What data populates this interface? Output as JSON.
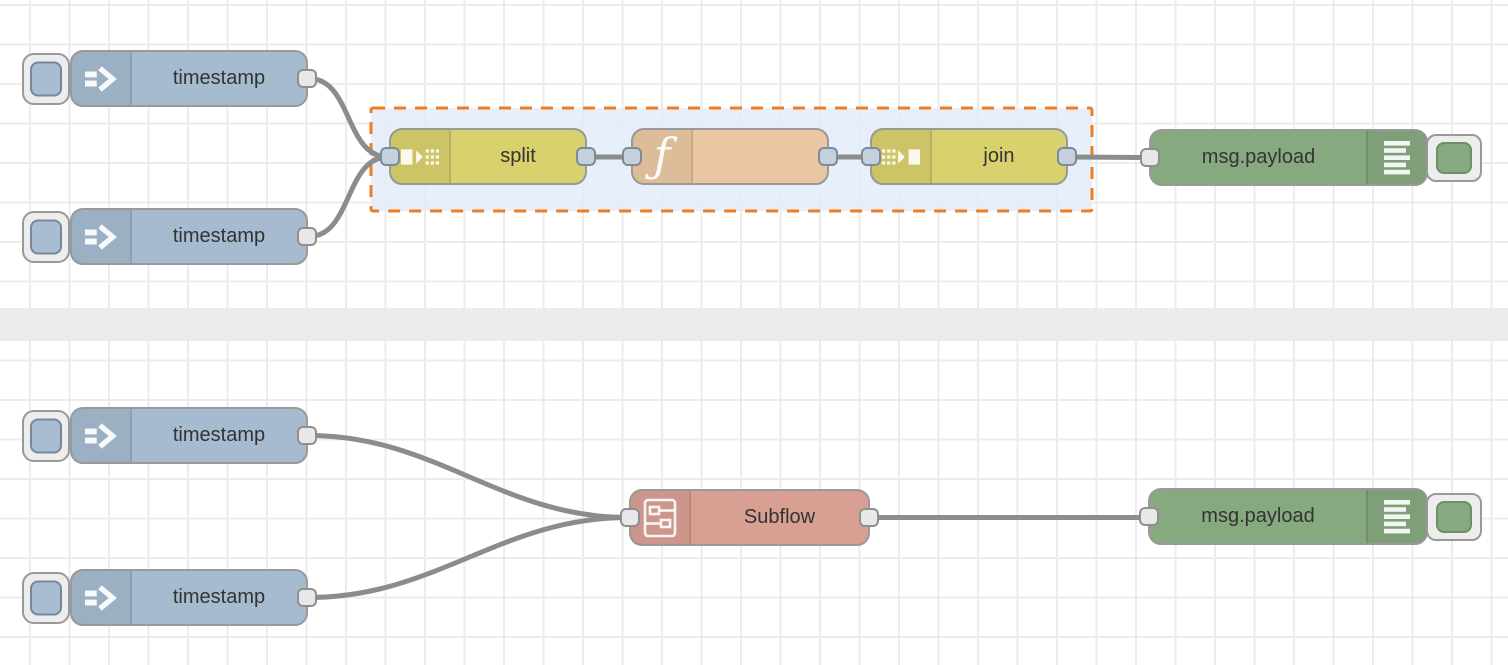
{
  "workspace": {
    "kind": "flow-editor-canvas",
    "sections": [
      "top-flow",
      "bottom-flow"
    ]
  },
  "colors": {
    "canvas_bg": "#ffffff",
    "grid_line": "#ececec",
    "section_divider": "#ececec",
    "wire": "#8c8c8c",
    "node_border": "#999999",
    "port_fill": "#e8e8e8",
    "port_fill_in_selection": "#c5d0de",
    "selection_fill": "#e3edf9",
    "selection_border": "#ee7e20",
    "inject_node": "#a6bbcf",
    "split_join_node": "#d9d06e",
    "function_node": "#eac7a2",
    "subflow_node": "#d8a092",
    "debug_node": "#87a980",
    "label_text": "#333333"
  },
  "icons": {
    "inject": "arrow-in-icon",
    "split": "split-icon",
    "join": "join-icon",
    "function": "function-f-icon",
    "subflow": "subflow-icon",
    "debug": "debug-list-icon"
  },
  "top_flow": {
    "inject1": {
      "type": "inject",
      "label": "timestamp"
    },
    "inject2": {
      "type": "inject",
      "label": "timestamp"
    },
    "split": {
      "type": "split",
      "label": "split"
    },
    "function": {
      "type": "function",
      "label": ""
    },
    "join": {
      "type": "join",
      "label": "join"
    },
    "debug": {
      "type": "debug",
      "label": "msg.payload"
    },
    "selection": {
      "contains": [
        "split",
        "function",
        "join"
      ],
      "style": "dashed-orange"
    }
  },
  "bottom_flow": {
    "inject1": {
      "type": "inject",
      "label": "timestamp"
    },
    "inject2": {
      "type": "inject",
      "label": "timestamp"
    },
    "subflow": {
      "type": "subflow",
      "label": "Subflow"
    },
    "debug": {
      "type": "debug",
      "label": "msg.payload"
    }
  }
}
